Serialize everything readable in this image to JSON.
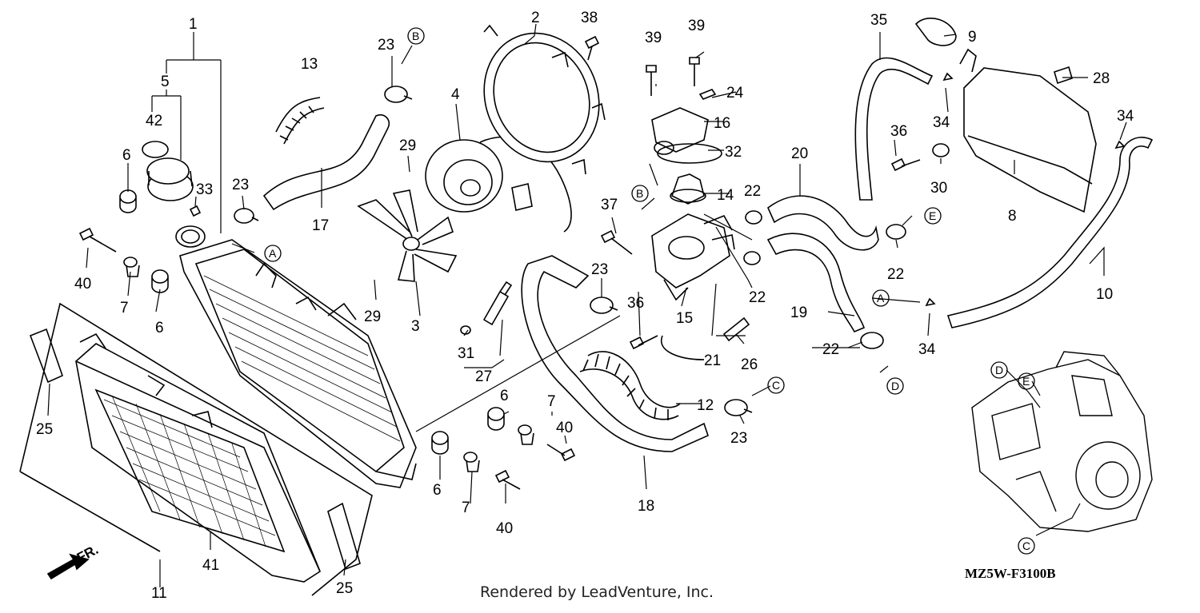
{
  "diagram": {
    "part_labels": [
      "1",
      "2",
      "3",
      "4",
      "5",
      "6",
      "6",
      "6",
      "6",
      "7",
      "7",
      "7",
      "8",
      "9",
      "10",
      "11",
      "12",
      "13",
      "14",
      "15",
      "16",
      "17",
      "18",
      "19",
      "20",
      "21",
      "22",
      "22",
      "22",
      "22",
      "23",
      "23",
      "23",
      "23",
      "24",
      "25",
      "25",
      "26",
      "27",
      "28",
      "29",
      "29",
      "30",
      "31",
      "32",
      "33",
      "34",
      "34",
      "34",
      "35",
      "36",
      "36",
      "37",
      "38",
      "39",
      "39",
      "40",
      "40",
      "40",
      "41",
      "42"
    ],
    "ref_markers": [
      "A",
      "A",
      "B",
      "B",
      "C",
      "C",
      "D",
      "D",
      "E",
      "E"
    ],
    "front_marker": "FR.",
    "diagram_code": "MZ5W-F3100B",
    "credit": "Rendered by LeadVenture, Inc."
  },
  "colors": {
    "ink": "#000000",
    "background": "#ffffff"
  }
}
